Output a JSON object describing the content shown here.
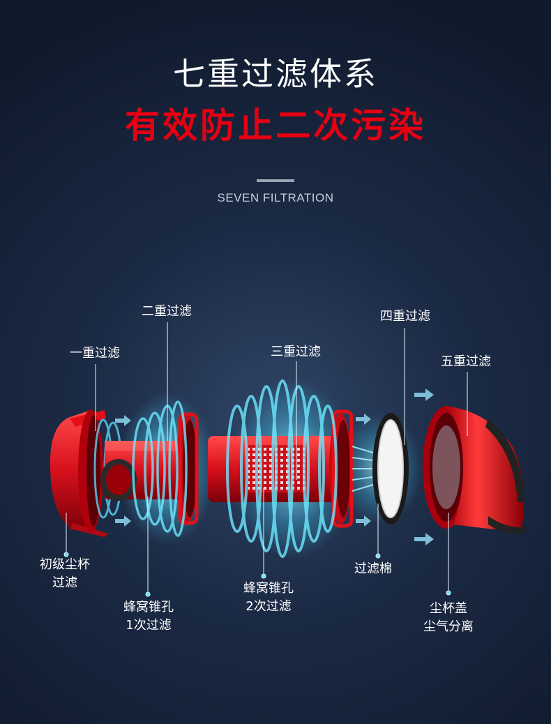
{
  "header": {
    "title": "七重过滤体系",
    "subtitle": "有效防止二次污染",
    "english": "SEVEN FILTRATION"
  },
  "callouts": {
    "stage1": "一重过滤",
    "stage2": "二重过滤",
    "stage3": "三重过滤",
    "stage4": "四重过滤",
    "stage5": "五重过滤",
    "primary_cup_line1": "初级尘杯",
    "primary_cup_line2": "过滤",
    "honeycomb1_line1": "蜂窝锥孔",
    "honeycomb1_line2": "1次过滤",
    "honeycomb2_line1": "蜂窝锥孔",
    "honeycomb2_line2": "2次过滤",
    "cotton": "过滤棉",
    "cup_lid_line1": "尘杯盖",
    "cup_lid_line2": "尘气分离"
  },
  "colors": {
    "accent_red": "#e60012",
    "background": "#1b2a44",
    "swirl_cyan": "#5fe0ff"
  }
}
